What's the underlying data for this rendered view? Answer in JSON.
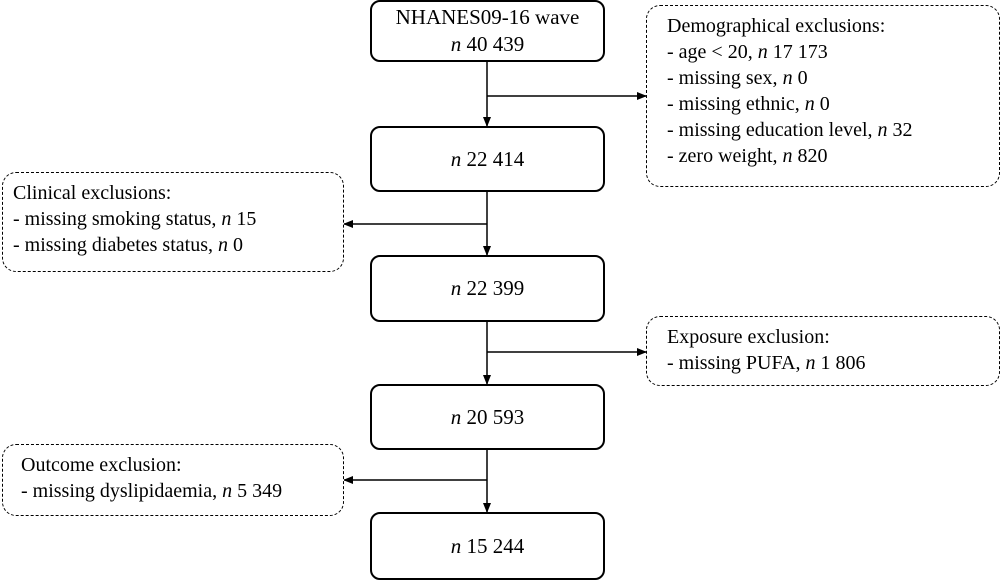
{
  "main_boxes": [
    {
      "line1": "NHANES09-16 wave",
      "n_label": "n",
      "n_value": "40 439"
    },
    {
      "n_label": "n",
      "n_value": "22 414"
    },
    {
      "n_label": "n",
      "n_value": "22 399"
    },
    {
      "n_label": "n",
      "n_value": "20 593"
    },
    {
      "n_label": "n",
      "n_value": "15 244"
    }
  ],
  "exclusions": {
    "demographical": {
      "title": "Demographical exclusions:",
      "items": [
        {
          "text": "- age < 20, ",
          "n_label": "n",
          "n_value": "17 173"
        },
        {
          "text": "- missing sex, ",
          "n_label": "n",
          "n_value": "0"
        },
        {
          "text": "- missing ethnic, ",
          "n_label": "n",
          "n_value": "0"
        },
        {
          "text": "- missing education level, ",
          "n_label": "n",
          "n_value": "32"
        },
        {
          "text": "- zero weight, ",
          "n_label": "n",
          "n_value": "820"
        }
      ]
    },
    "clinical": {
      "title": "Clinical exclusions:",
      "items": [
        {
          "text": "- missing smoking status, ",
          "n_label": "n",
          "n_value": "15"
        },
        {
          "text": "- missing diabetes status, ",
          "n_label": "n",
          "n_value": "0"
        }
      ]
    },
    "exposure": {
      "title": "Exposure exclusion:",
      "items": [
        {
          "text": "- missing PUFA, ",
          "n_label": "n",
          "n_value": "1 806"
        }
      ]
    },
    "outcome": {
      "title": "Outcome exclusion:",
      "items": [
        {
          "text": "- missing dyslipidaemia, ",
          "n_label": "n",
          "n_value": "5 349"
        }
      ]
    }
  }
}
